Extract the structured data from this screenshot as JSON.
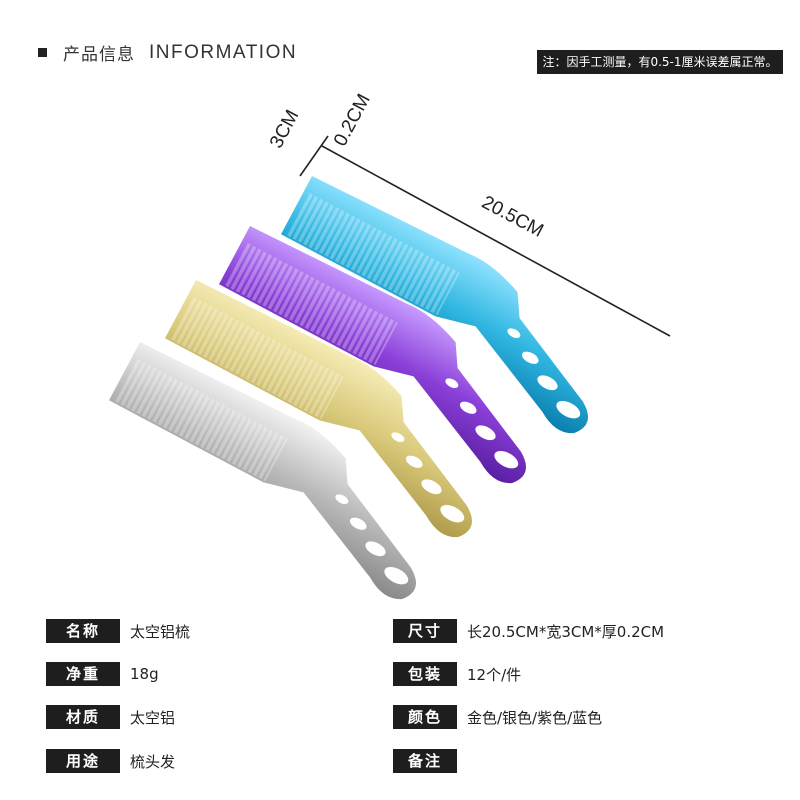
{
  "header": {
    "title_zh": "产品信息",
    "title_en": "INFORMATION"
  },
  "note": "注：因手工测量，有0.5-1厘米误差属正常。",
  "figure": {
    "dims": {
      "width": "3CM",
      "thickness": "0.2CM",
      "length": "20.5CM"
    },
    "combs": [
      {
        "name": "blue",
        "color": "#2fb6e0"
      },
      {
        "name": "purple",
        "color": "#8a3fd8"
      },
      {
        "name": "gold",
        "color": "#d9c97a"
      },
      {
        "name": "silver",
        "color": "#b9b9b9"
      }
    ]
  },
  "specs": {
    "left": [
      {
        "label": "名称",
        "value": "太空铝梳"
      },
      {
        "label": "净重",
        "value": "18g"
      },
      {
        "label": "材质",
        "value": "太空铝"
      },
      {
        "label": "用途",
        "value": "梳头发"
      }
    ],
    "right": [
      {
        "label": "尺寸",
        "value": "长20.5CM*宽3CM*厚0.2CM"
      },
      {
        "label": "包装",
        "value": "12个/件"
      },
      {
        "label": "颜色",
        "value": "金色/银色/紫色/蓝色"
      },
      {
        "label": "备注",
        "value": ""
      }
    ]
  }
}
